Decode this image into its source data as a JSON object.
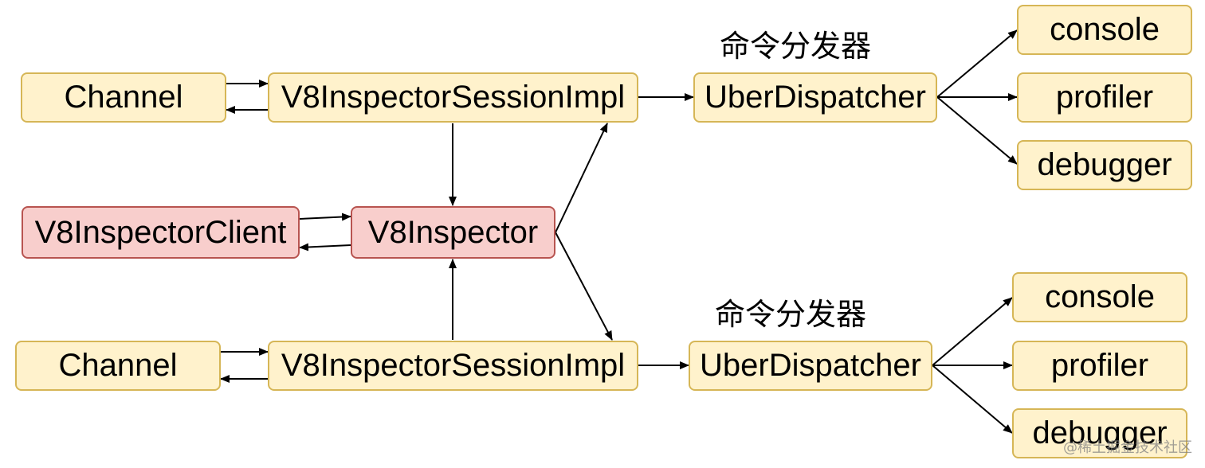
{
  "nodes": {
    "channel_top": "Channel",
    "session_top": "V8InspectorSessionImpl",
    "dispatcher_top": "UberDispatcher",
    "console_top": "console",
    "profiler_top": "profiler",
    "debugger_top": "debugger",
    "client": "V8InspectorClient",
    "inspector": "V8Inspector",
    "channel_bottom": "Channel",
    "session_bottom": "V8InspectorSessionImpl",
    "dispatcher_bottom": "UberDispatcher",
    "console_bottom": "console",
    "profiler_bottom": "profiler",
    "debugger_bottom": "debugger"
  },
  "labels": {
    "dispatcher_top_caption": "命令分发器",
    "dispatcher_bottom_caption": "命令分发器"
  },
  "watermark": "@稀土掘金技术社区",
  "colors": {
    "yellow_fill": "#fff2cc",
    "yellow_stroke": "#d6b656",
    "red_fill": "#f8cecc",
    "red_stroke": "#b85450"
  }
}
